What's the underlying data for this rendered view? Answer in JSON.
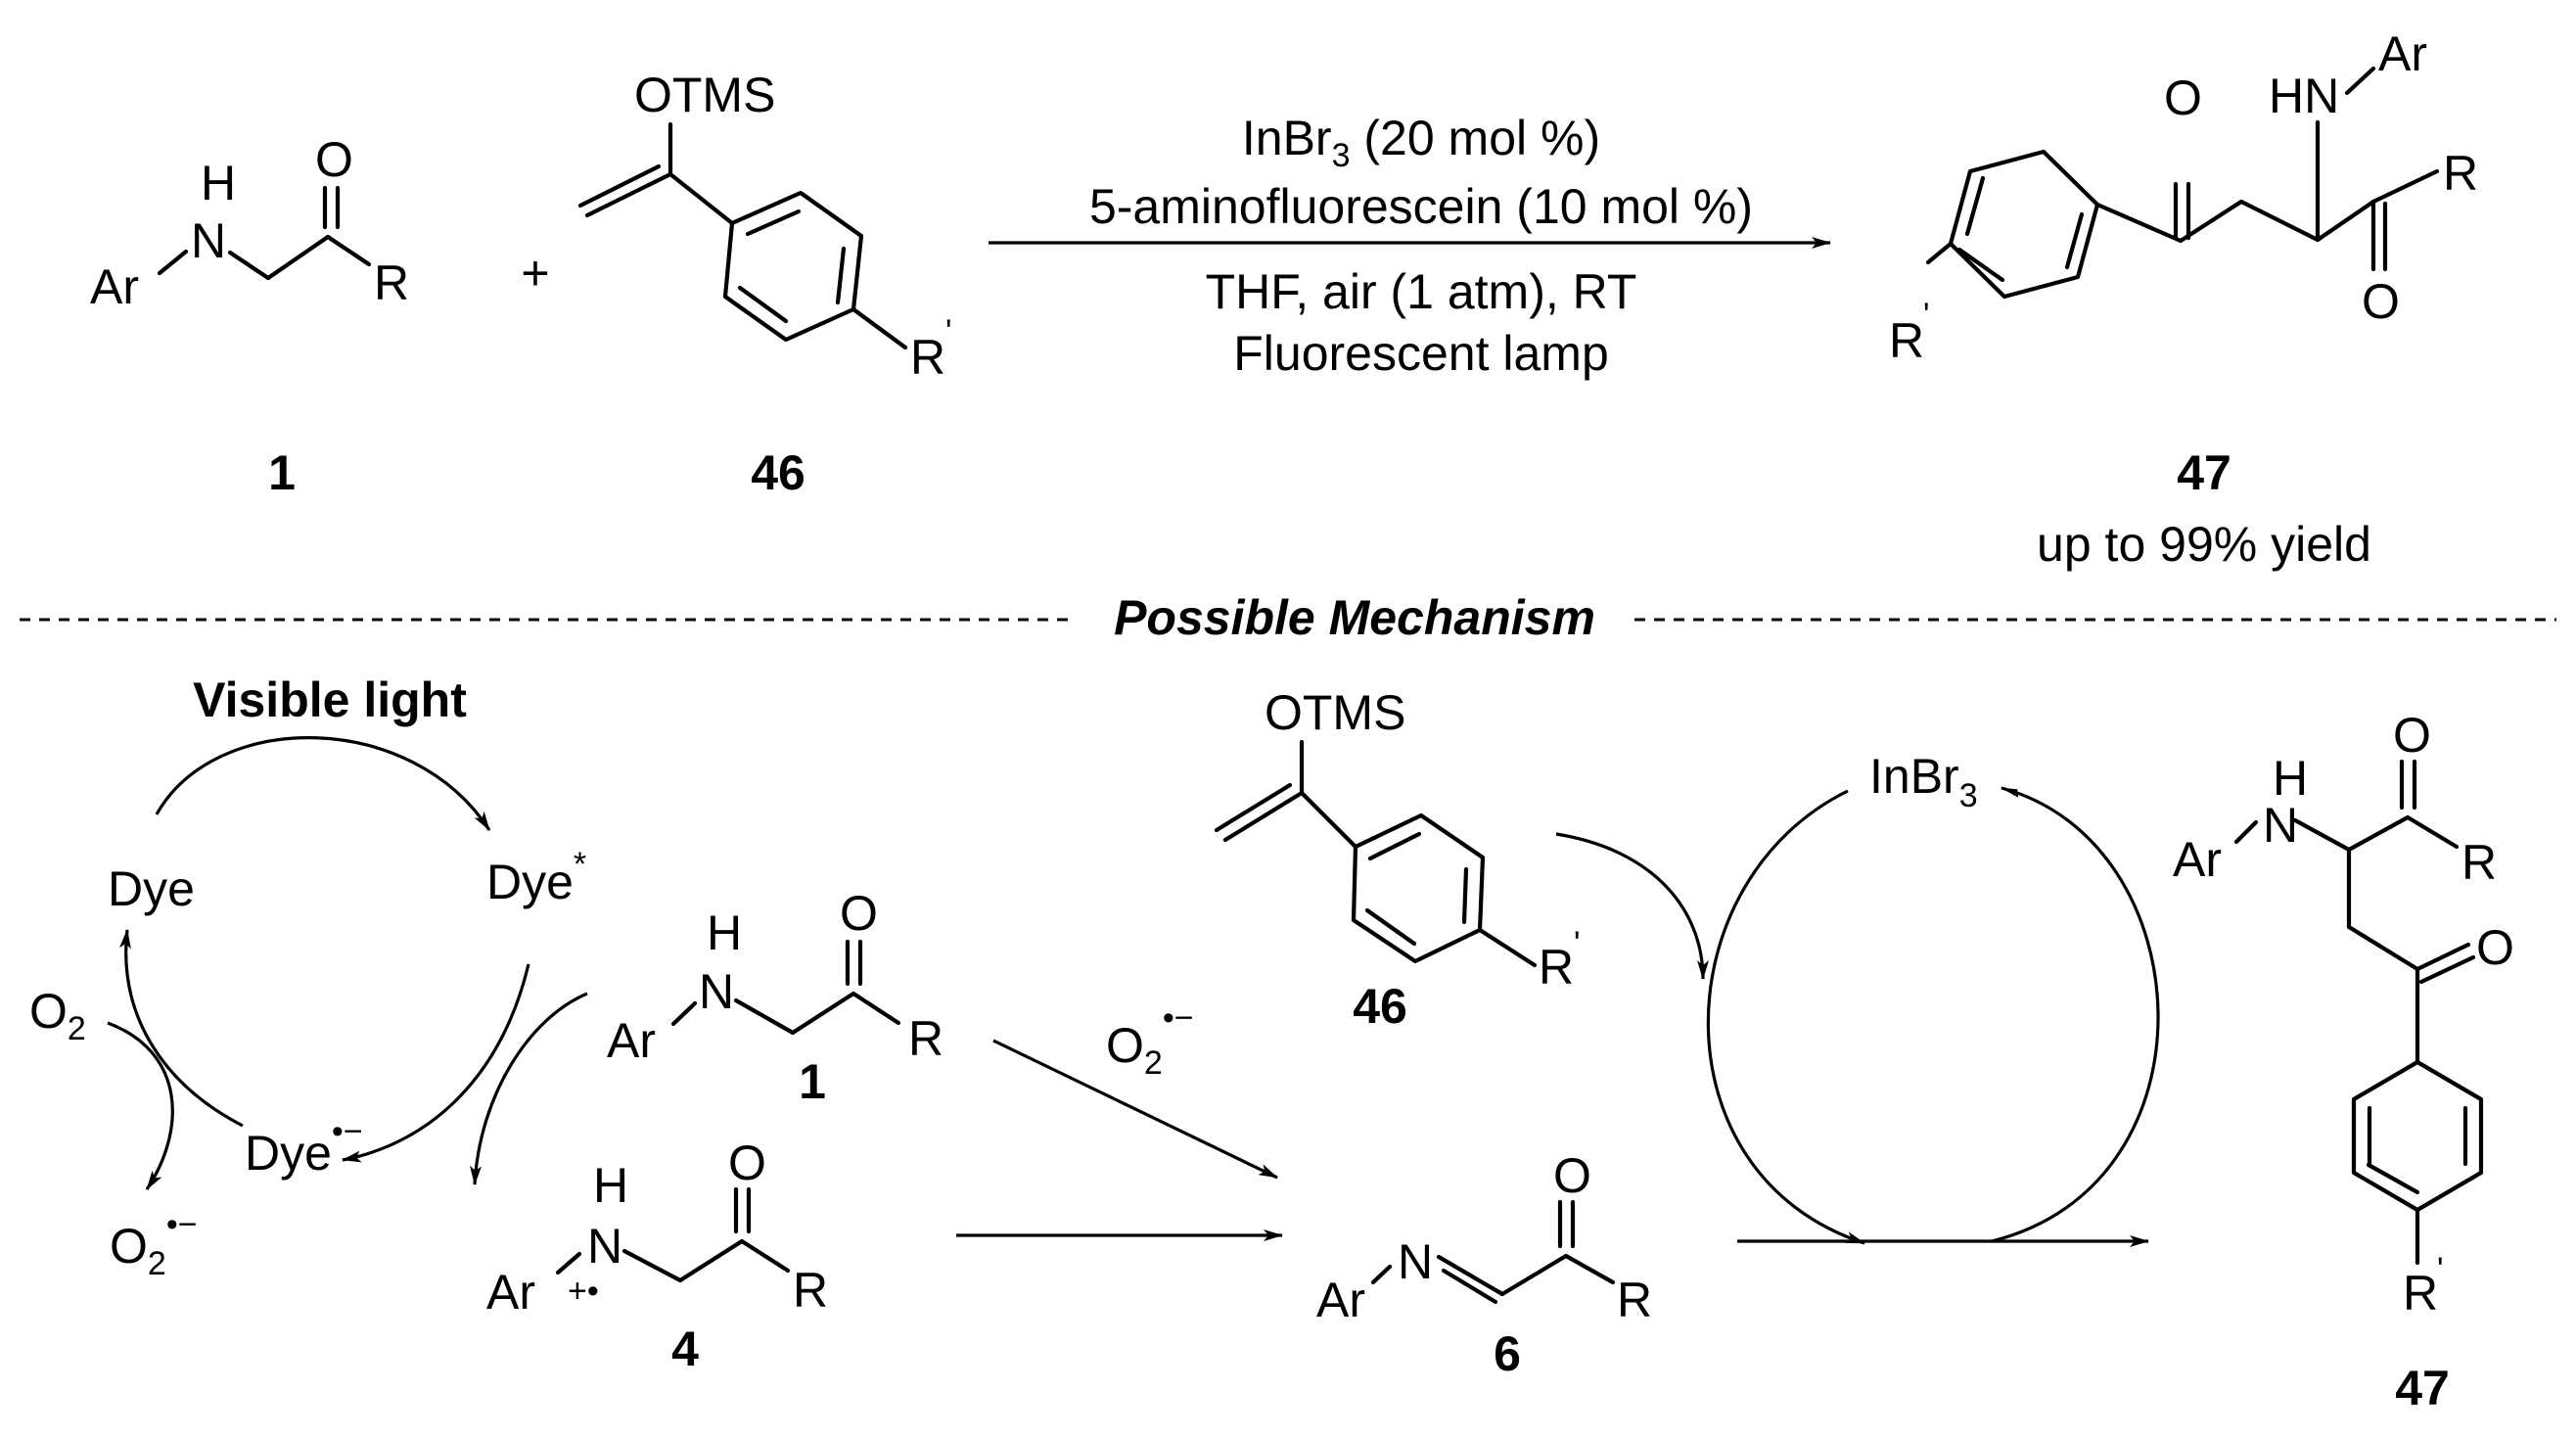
{
  "reaction": {
    "conditions": {
      "catalyst_name": "InBr",
      "catalyst_sub": "3",
      "catalyst_rest": " (20 mol %)",
      "photocatalyst": "5-aminofluorescein (10 mol %)",
      "solvent_air": "THF,  air (1 atm), RT",
      "light": "Fluorescent lamp"
    },
    "compound_labels": {
      "c1": "1",
      "c46": "46",
      "c47": "47"
    },
    "yield": "up to 99% yield",
    "plus": "+"
  },
  "atoms": {
    "otms": "OTMS",
    "ar": "Ar",
    "h": "H",
    "n": "N",
    "o": "O",
    "r": "R",
    "r_prime": "R",
    "prime": "'",
    "hn": "HN",
    "hn_ar": "Ar"
  },
  "mechanism": {
    "header": "Possible Mechanism",
    "visible_light": "Visible light",
    "dye": "Dye",
    "dye_star": "Dye",
    "star": "*",
    "dye_radical": "Dye",
    "radical_anion_sign": "•−",
    "o2": "O",
    "o2_sub": "2",
    "superoxide": "O",
    "superoxide_sub": "2",
    "radical_cation_sign": "+•",
    "inbr3": "InBr",
    "inbr3_sub": "3",
    "labels": {
      "c1": "1",
      "c4": "4",
      "c6": "6",
      "c46": "46",
      "c47": "47"
    }
  }
}
